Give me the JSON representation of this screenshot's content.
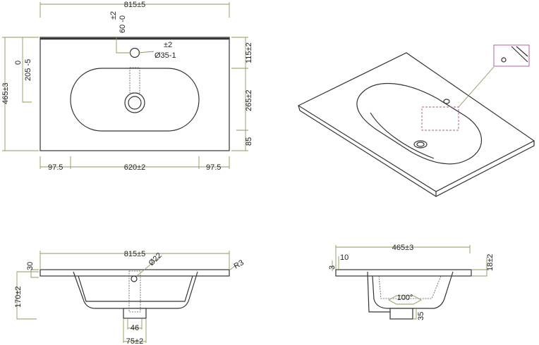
{
  "colors": {
    "outline": "#333333",
    "dimension": "#8a9a5b",
    "detail": "#b0508a"
  },
  "top_view": {
    "width": "815±5",
    "tap_tol": "±2",
    "tap_offset": "60 -0",
    "tap_dia_tol": "±2",
    "tap_dia": "Ø35-1",
    "depth": "465±3",
    "drain_tol": "0",
    "drain_offset": "205 -5",
    "right_top": "115±2",
    "right_mid": "265±2",
    "right_bottom": "85",
    "bottom_left": "97.5",
    "bottom_mid": "620±2",
    "bottom_right": "97.5"
  },
  "front_view": {
    "width": "815±5",
    "slab": "30",
    "height": "170±2",
    "overflow_dia": "Ø22",
    "radius": "R3",
    "drain_inner": "46",
    "drain_outer": "75±2"
  },
  "side_view": {
    "depth": "465±3",
    "lip": "10",
    "edge": "3",
    "thickness": "18±2",
    "angle": "100°",
    "drain_height": "35"
  }
}
